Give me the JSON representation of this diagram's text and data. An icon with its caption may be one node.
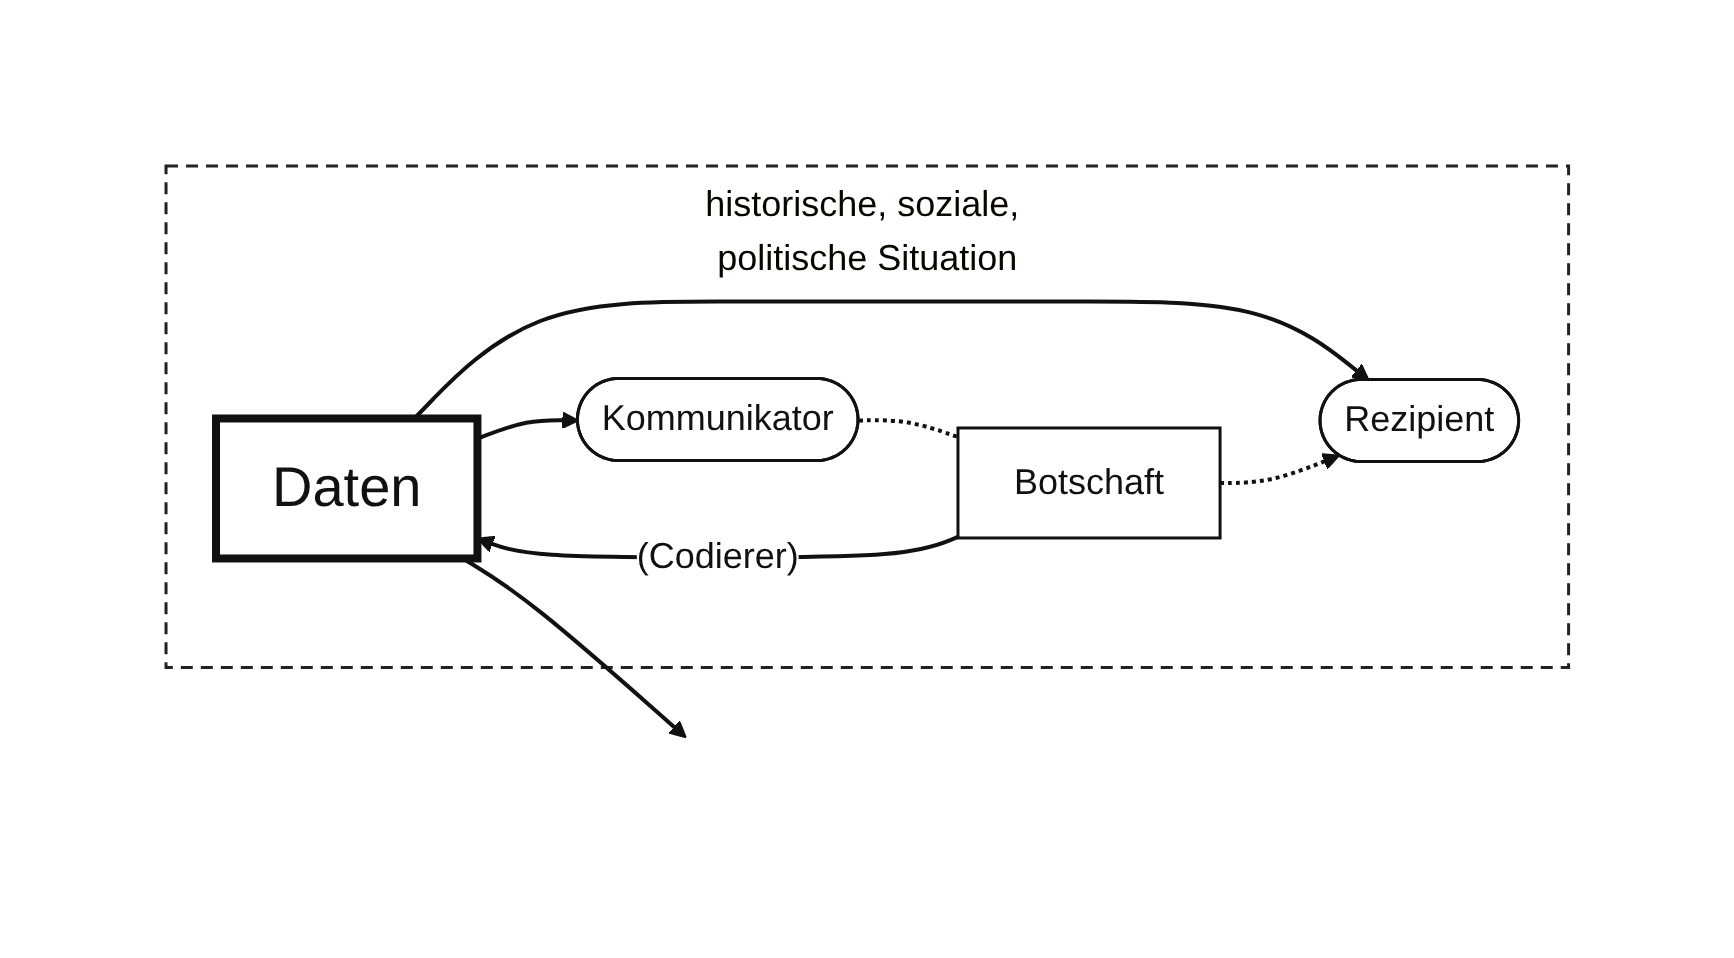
{
  "diagram": {
    "nodes": [
      {
        "text": [
          "historische, soziale, politische Situation"
        ]
      },
      {
        "text": [
          "Daten"
        ],
        "in": 0
      },
      {
        "text": [
          "Kommunikator"
        ],
        "in": 0
      },
      {
        "text": [
          "Botschaft"
        ],
        "in": 0
      },
      {
        "text": [
          "Rezipient"
        ],
        "in": 0
      }
    ],
    "edges": [
      {
        "from": 1,
        "to": null,
        "arrow": "to"
      },
      {
        "from": 1,
        "to": 2,
        "arrow": "to"
      },
      {
        "from": 1,
        "to": 4,
        "arrow": "to"
      },
      {
        "from": 3,
        "to": 1,
        "arrow": "to",
        "label": "(Codierer)"
      },
      {
        "from": 2,
        "to": 3,
        "arrow": "none",
        "style": "dashed"
      },
      {
        "from": 3,
        "to": 4,
        "arrow": "to",
        "style": "dashed"
      }
    ]
  }
}
